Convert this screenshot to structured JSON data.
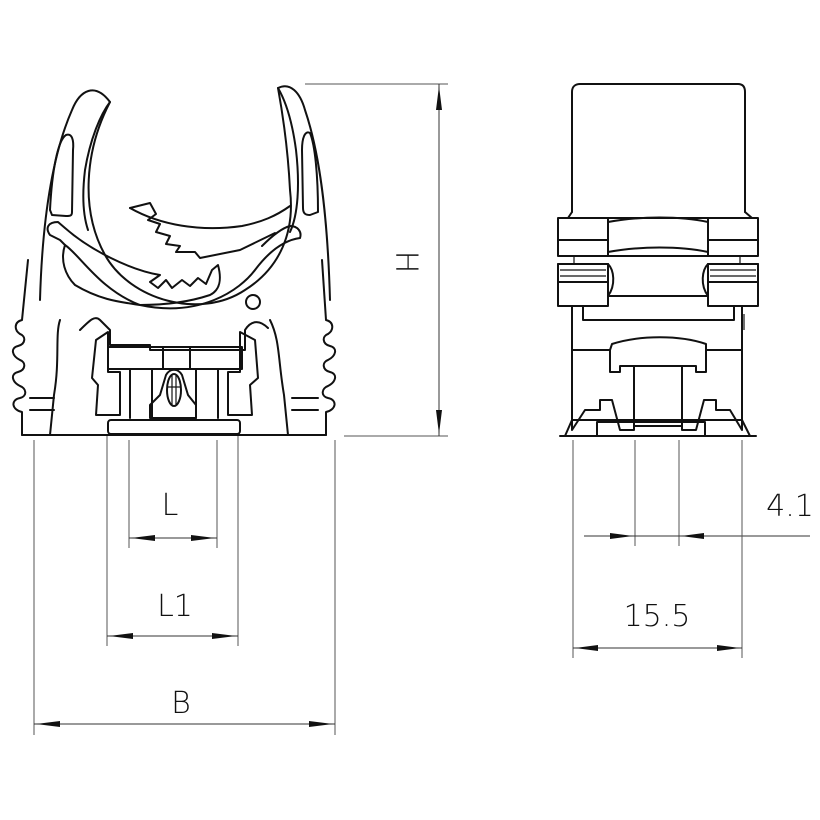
{
  "drawing": {
    "type": "technical-drawing",
    "subject": "pipe clip with plug base (front view and side section view)",
    "views": [
      "front-view",
      "side-section-view"
    ]
  },
  "dimensions": {
    "front_view": {
      "height_label": "H",
      "inner_width_label": "L",
      "base_width_label": "L1",
      "overall_width_label": "B"
    },
    "side_view": {
      "hole_width": "4.1",
      "overall_depth": "15.5"
    }
  },
  "colors": {
    "line": "#111111",
    "background": "#ffffff"
  }
}
